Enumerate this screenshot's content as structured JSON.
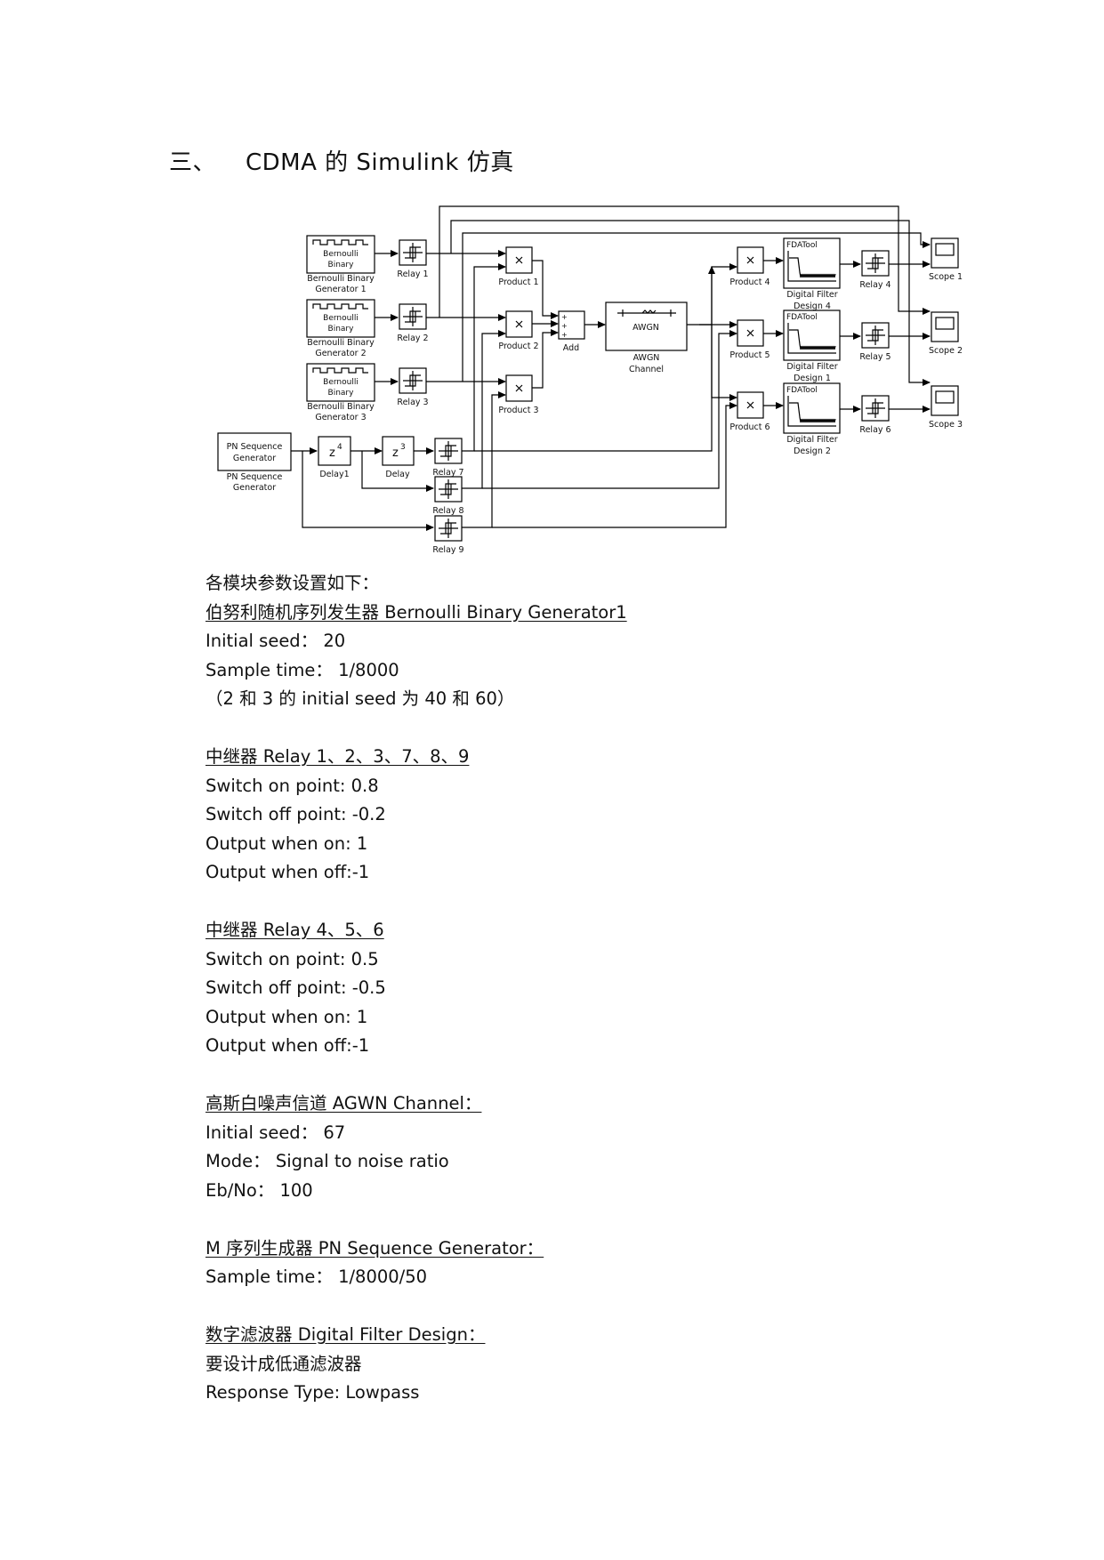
{
  "heading": {
    "number": "三、",
    "title": "CDMA 的 Simulink 仿真"
  },
  "diagram": {
    "blocks": {
      "bern1": {
        "label": "Bernoulli Binary Generator 1",
        "inner": [
          "Bernoulli",
          "Binary"
        ]
      },
      "bern2": {
        "label": "Bernoulli Binary Generator 2",
        "inner": [
          "Bernoulli",
          "Binary"
        ]
      },
      "bern3": {
        "label": "Bernoulli Binary Generator 3",
        "inner": [
          "Bernoulli",
          "Binary"
        ]
      },
      "pn": {
        "label": "PN Sequence Generator",
        "inner": [
          "PN Sequence",
          "Generator"
        ]
      },
      "delay1": {
        "label": "Delay1",
        "inner": "z",
        "sup": "4"
      },
      "delay": {
        "label": "Delay",
        "inner": "z",
        "sup": "3"
      },
      "relay1": {
        "label": "Relay 1"
      },
      "relay2": {
        "label": "Relay  2"
      },
      "relay3": {
        "label": "Relay 3"
      },
      "relay4": {
        "label": "Relay 4"
      },
      "relay5": {
        "label": "Relay 5"
      },
      "relay6": {
        "label": "Relay 6"
      },
      "relay7": {
        "label": "Relay 7"
      },
      "relay8": {
        "label": "Relay 8"
      },
      "relay9": {
        "label": "Relay 9"
      },
      "product1": {
        "label": "Product 1"
      },
      "product2": {
        "label": "Product  2"
      },
      "product3": {
        "label": "Product  3"
      },
      "product4": {
        "label": "Product  4"
      },
      "product5": {
        "label": "Product  5"
      },
      "product6": {
        "label": "Product  6"
      },
      "add": {
        "label": "Add"
      },
      "awgn": {
        "label": "AWGN Channel",
        "inner": "AWGN"
      },
      "filter4": {
        "label": "Digital Filter Design 4",
        "inner": "FDATool"
      },
      "filter1": {
        "label": "Digital Filter Design 1",
        "inner": "FDATool"
      },
      "filter2": {
        "label": "Digital Filter Design 2",
        "inner": "FDATool"
      },
      "scope1": {
        "label": "Scope 1"
      },
      "scope2": {
        "label": "Scope 2"
      },
      "scope3": {
        "label": "Scope 3"
      }
    }
  },
  "params": [
    {
      "text": "各模块参数设置如下：",
      "underline": false
    },
    {
      "text": "伯努利随机序列发生器 Bernoulli Binary Generator1",
      "underline": true
    },
    {
      "text": "Initial seed：  20",
      "underline": false
    },
    {
      "text": "Sample time：  1/8000",
      "underline": false
    },
    {
      "text": "（2 和 3 的 initial seed 为 40 和 60）",
      "underline": false
    },
    {
      "text": "",
      "underline": false
    },
    {
      "text": "中继器 Relay 1、2、3、7、8、9",
      "underline": true
    },
    {
      "text": "Switch on point: 0.8",
      "underline": false
    },
    {
      "text": "Switch off point: -0.2",
      "underline": false
    },
    {
      "text": "Output when on: 1",
      "underline": false
    },
    {
      "text": "Output when off:-1",
      "underline": false
    },
    {
      "text": "",
      "underline": false
    },
    {
      "text": "中继器 Relay 4、5、6",
      "underline": true
    },
    {
      "text": "Switch on point: 0.5",
      "underline": false
    },
    {
      "text": "Switch off point: -0.5",
      "underline": false
    },
    {
      "text": "Output when on: 1",
      "underline": false
    },
    {
      "text": "Output when off:-1",
      "underline": false
    },
    {
      "text": "",
      "underline": false
    },
    {
      "text": "高斯白噪声信道 AGWN Channel：",
      "underline": true
    },
    {
      "text": "Initial seed：  67",
      "underline": false
    },
    {
      "text": "Mode：  Signal to noise ratio",
      "underline": false
    },
    {
      "text": "Eb/No：  100",
      "underline": false
    },
    {
      "text": "",
      "underline": false
    },
    {
      "text": "M 序列生成器 PN Sequence Generator：",
      "underline": true
    },
    {
      "text": "Sample time：  1/8000/50",
      "underline": false
    },
    {
      "text": "",
      "underline": false
    },
    {
      "text": "数字滤波器 Digital Filter Design：",
      "underline": true
    },
    {
      "text": "要设计成低通滤波器",
      "underline": false
    },
    {
      "text": "Response Type: Lowpass",
      "underline": false
    }
  ]
}
